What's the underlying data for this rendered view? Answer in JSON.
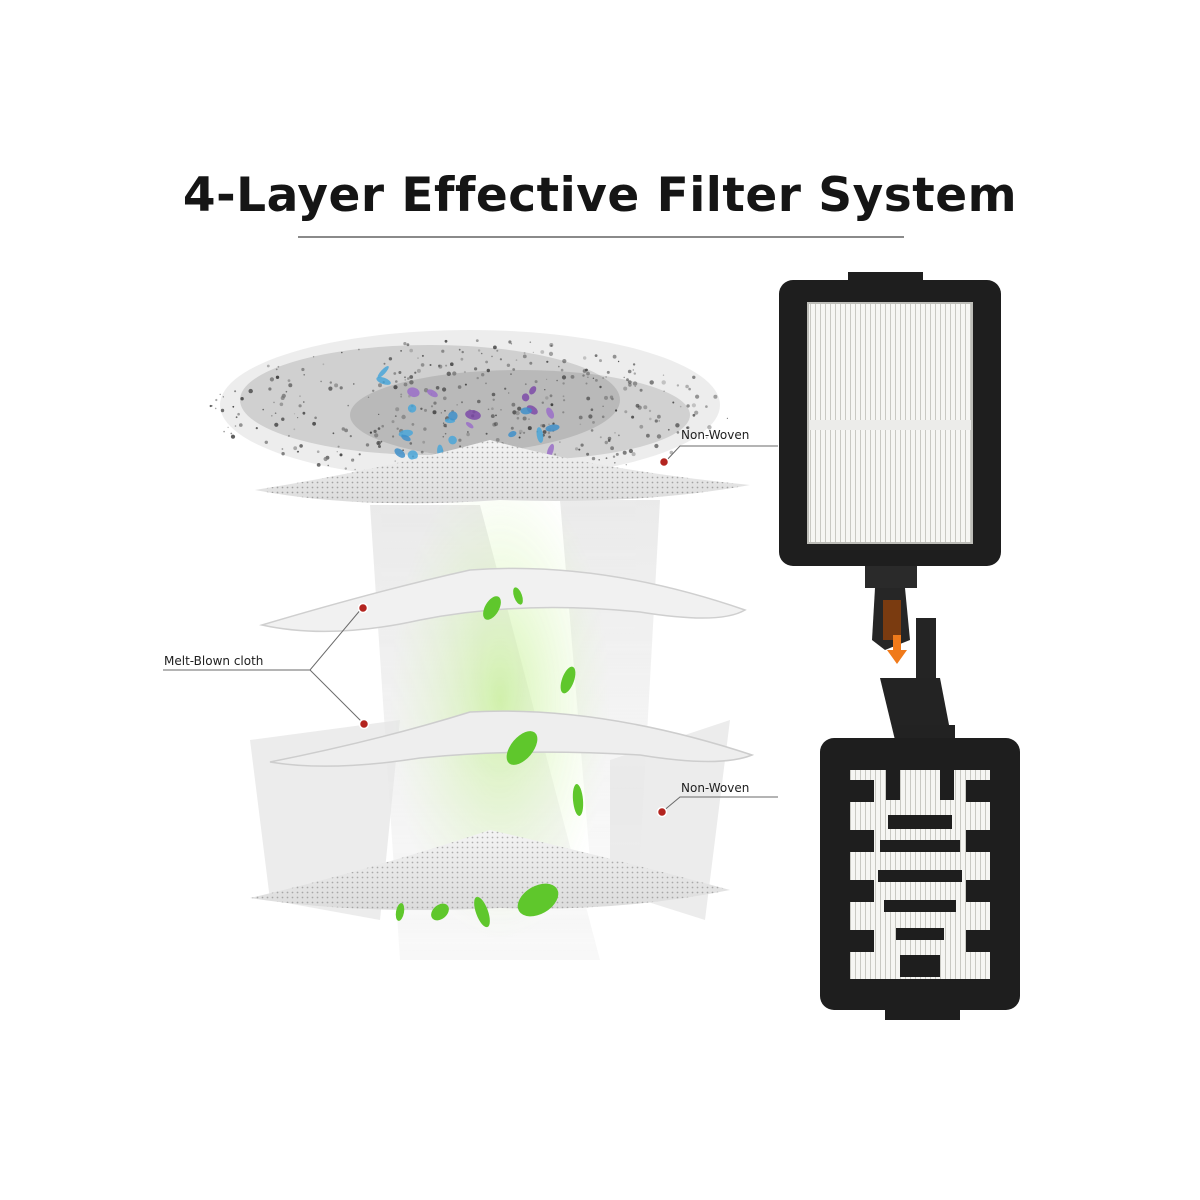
{
  "title": "4-Layer Effective Filter System",
  "labels": {
    "top_layer": "Non-Woven",
    "middle_layers": "Melt-Blown cloth",
    "bottom_layer": "Non-Woven"
  },
  "colors": {
    "title_text": "#151515",
    "callout_dot": "#b3241f",
    "leaf_green": "#5fc72c",
    "filter_frame": "#1e1e1e",
    "arrow_orange": "#f07a1a"
  },
  "icons": {
    "direction_arrow": "arrow-down-icon"
  }
}
